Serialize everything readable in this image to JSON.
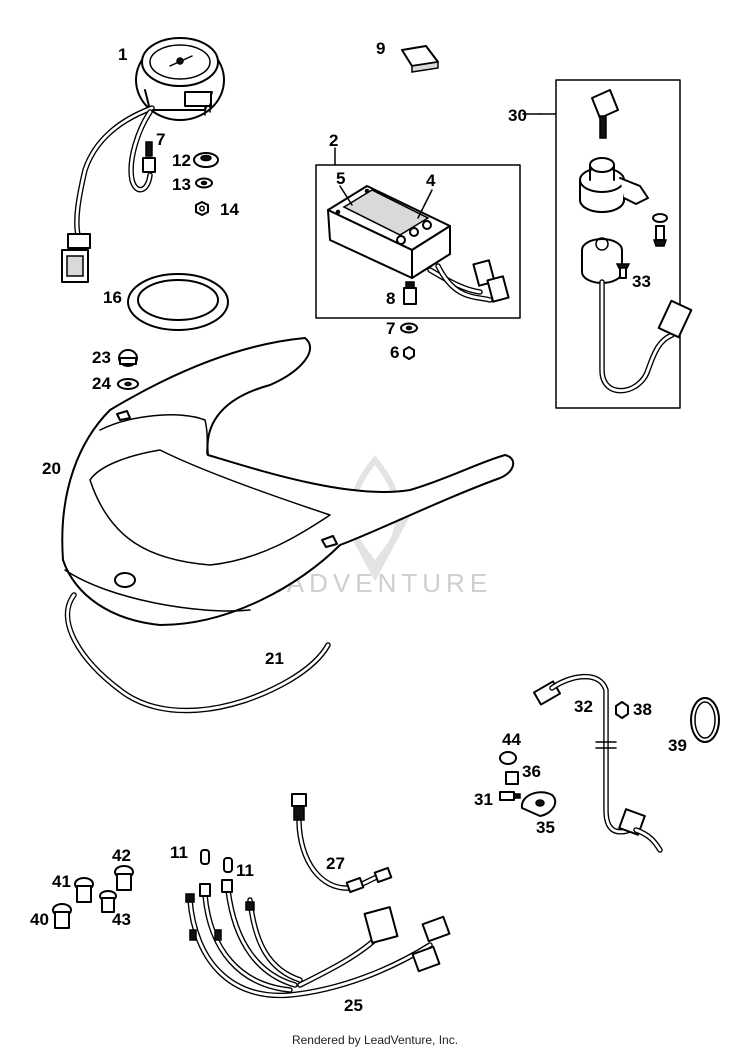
{
  "diagram": {
    "callouts": {
      "c1": "1",
      "c2": "2",
      "c4": "4",
      "c5": "5",
      "c6": "6",
      "c7a": "7",
      "c7b": "7",
      "c8": "8",
      "c9": "9",
      "c11a": "11",
      "c11b": "11",
      "c12": "12",
      "c13": "13",
      "c14": "14",
      "c16": "16",
      "c20": "20",
      "c21": "21",
      "c23": "23",
      "c24": "24",
      "c25": "25",
      "c27": "27",
      "c30": "30",
      "c31": "31",
      "c32": "32",
      "c33": "33",
      "c35": "35",
      "c36": "36",
      "c38": "38",
      "c39": "39",
      "c40": "40",
      "c41": "41",
      "c42": "42",
      "c43": "43",
      "c44": "44"
    },
    "watermark": "LEADVENTURE"
  },
  "footer": {
    "credit": "Rendered by LeadVenture, Inc."
  }
}
